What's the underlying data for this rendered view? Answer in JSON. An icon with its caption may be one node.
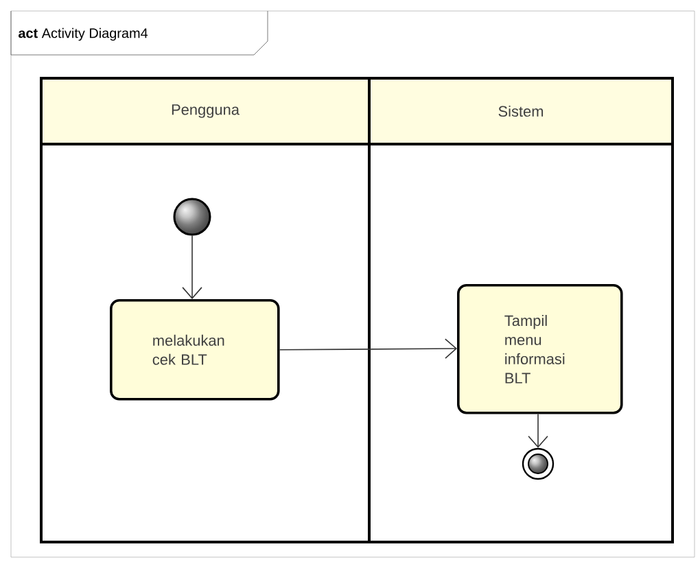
{
  "diagram": {
    "title": "**act** Activity Diagram4",
    "nodes": [
      {
        "text": [
          "Pengguna"
        ]
      },
      {
        "text": [
          "Sistem"
        ]
      },
      {
        "text": [],
        "shape": "circle",
        "in": 0
      },
      {
        "text": [
          "melakukan cek BLT"
        ],
        "in": 0
      },
      {
        "text": [
          "Tampil menu informasi BLT"
        ],
        "in": 1
      },
      {
        "text": [],
        "shape": "final-circle",
        "in": 1
      }
    ],
    "edges": [
      {
        "from": 2,
        "to": 3,
        "arrow": "to"
      },
      {
        "from": 3,
        "to": 4,
        "arrow": "to"
      },
      {
        "from": 4,
        "to": 5,
        "arrow": "to"
      }
    ]
  }
}
